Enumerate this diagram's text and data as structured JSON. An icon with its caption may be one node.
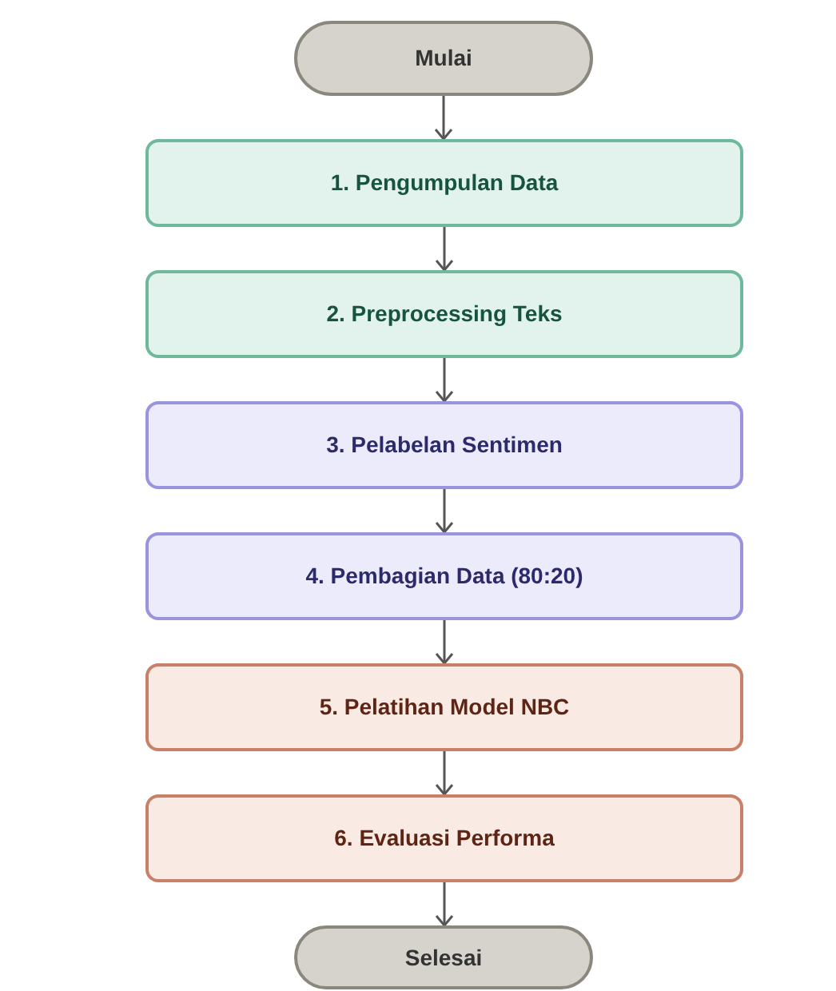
{
  "diagram": {
    "nodes": [
      {
        "text": [
          "Mulai"
        ]
      },
      {
        "text": [
          "1. Pengumpulan Data"
        ]
      },
      {
        "text": [
          "2. Preprocessing Teks"
        ]
      },
      {
        "text": [
          "3. Pelabelan Sentimen"
        ]
      },
      {
        "text": [
          "4. Pembagian Data (80:20)"
        ]
      },
      {
        "text": [
          "5. Pelatihan Model NBC"
        ]
      },
      {
        "text": [
          "6. Evaluasi Performa"
        ]
      },
      {
        "text": [
          "Selesai"
        ]
      }
    ],
    "edges": [
      {
        "from": 0,
        "to": 1,
        "arrow": "to"
      },
      {
        "from": 1,
        "to": 2,
        "arrow": "to"
      },
      {
        "from": 2,
        "to": 3,
        "arrow": "to"
      },
      {
        "from": 3,
        "to": 4,
        "arrow": "to"
      },
      {
        "from": 4,
        "to": 5,
        "arrow": "to"
      },
      {
        "from": 5,
        "to": 6,
        "arrow": "to"
      },
      {
        "from": 6,
        "to": 7,
        "arrow": "to"
      }
    ]
  }
}
